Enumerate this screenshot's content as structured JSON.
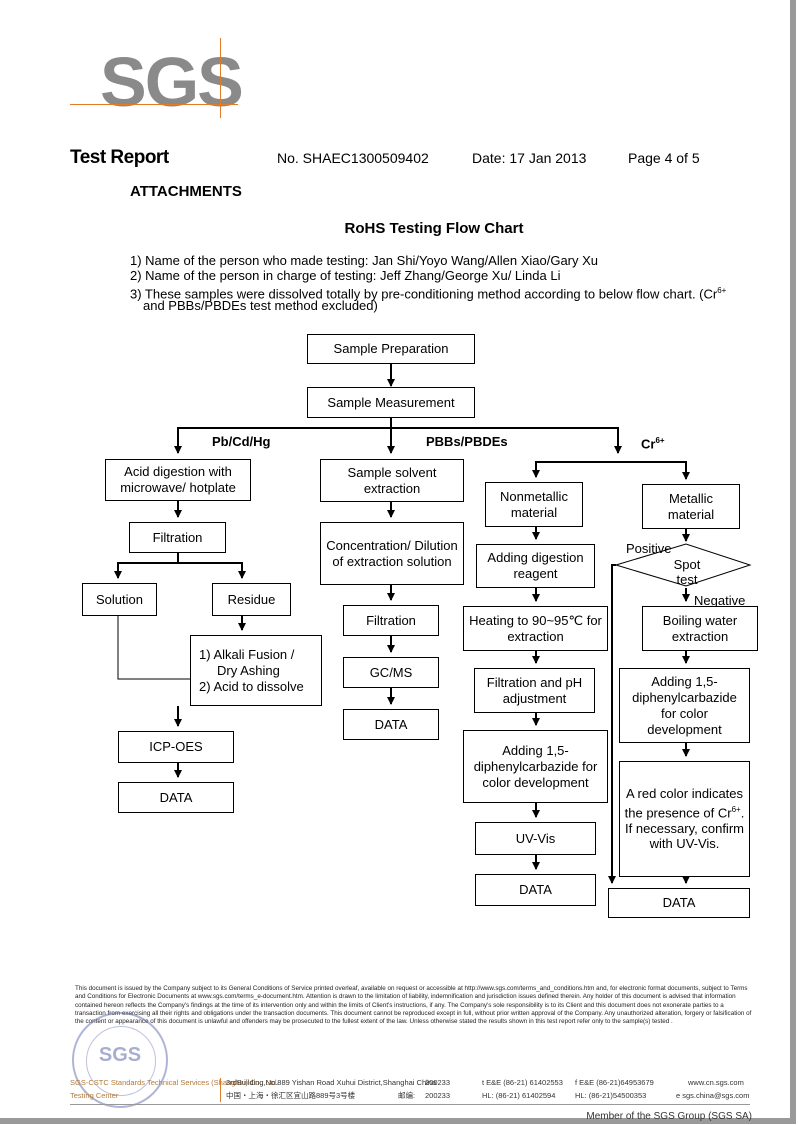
{
  "logo": {
    "text": "SGS"
  },
  "header": {
    "title": "Test Report",
    "report_no": "No. SHAEC1300509402",
    "date": "Date: 17 Jan 2013",
    "page": "Page 4 of 5"
  },
  "attachments": "ATTACHMENTS",
  "chart_title": "RoHS Testing Flow Chart",
  "notes": {
    "n1": "1) Name of the person who made testing: Jan Shi/Yoyo Wang/Allen Xiao/Gary Xu",
    "n2": "2) Name of the person in charge of testing: Jeff Zhang/George Xu/ Linda Li",
    "n3a": "3) These samples were dissolved totally by pre-conditioning method according to below flow chart. (Cr",
    "n3sup": "6+",
    "n3b": "and PBBs/PBDEs test method excluded)"
  },
  "flow": {
    "sample_prep": "Sample Preparation",
    "sample_meas": "Sample Measurement",
    "branch_pb": "Pb/Cd/Hg",
    "branch_pbb": "PBBs/PBDEs",
    "branch_cr": "Cr",
    "branch_cr_sup": "6+",
    "acid_digest": "Acid digestion with microwave/ hotplate",
    "filtration1": "Filtration",
    "solution": "Solution",
    "residue": "Residue",
    "alkali1": "1) Alkali Fusion /",
    "alkali2": "Dry Ashing",
    "alkali3": "2) Acid to dissolve",
    "icp": "ICP-OES",
    "data1": "DATA",
    "solvent": "Sample solvent extraction",
    "concentration": "Concentration/ Dilution of extraction solution",
    "filtration2": "Filtration",
    "gcms": "GC/MS",
    "data2": "DATA",
    "nonmetallic": "Nonmetallic material",
    "adding_digest": "Adding digestion reagent",
    "heating": "Heating to 90~95℃ for extraction",
    "filt_ph": "Filtration and pH adjustment",
    "adding_dpc1": "Adding 1,5-diphenylcarbazide for color development",
    "uvvis": "UV-Vis",
    "data3": "DATA",
    "metallic": "Metallic material",
    "positive": "Positive",
    "spot_test": "Spot test",
    "negative": "Negative",
    "boiling": "Boiling water extraction",
    "adding_dpc2": "Adding 1,5-diphenylcarbazide for color development",
    "red1": "A red color indicates the presence of Cr",
    "red_sup": "6+",
    "red2": ". If necessary, confirm with UV-Vis.",
    "data4": "DATA"
  },
  "disclaimer": "This document is issued by the Company subject to its General Conditions of Service printed overleaf, available on request or accessible at http://www.sgs.com/terms_and_conditions.htm and, for electronic format documents, subject to Terms and Conditions for Electronic Documents at www.sgs.com/terms_e-document.htm. Attention is drawn to the limitation of liability, indemnification and jurisdiction issues defined therein. Any holder of this document is advised that information contained hereon reflects the Company's findings at the time of its intervention only and within the limits of Client's instructions, if any. The Company's sole responsibility is to its Client and this document does not exonerate parties to a transaction from exercising all their rights and obligations under the transaction documents. This document cannot be reproduced except in full, without prior written approval of the Company. Any unauthorized alteration, forgery or falsification of the content or appearance of this document is unlawful and offenders may be prosecuted to the fullest extent of the law. Unless otherwise stated the results shown in this test report refer only to the sample(s) tested .",
  "footer": {
    "left1": "SGS-CSTC Standards Technical Services (Shanghai) Co., Ltd.",
    "left2": "Testing Center",
    "addr_en": "3rdBuilding,No.889 Yishan Road Xuhui District,Shanghai China",
    "zip1": "200233",
    "addr_cn": "中国・上海・徐汇区宜山路889号3号楼",
    "zip_label": "邮编:",
    "zip2": "200233",
    "tel1": "t E&E (86-21) 61402553",
    "fax1": "f E&E (86-21)64953679",
    "web": "www.cn.sgs.com",
    "tel2": "HL: (86-21) 61402594",
    "fax2": "HL: (86-21)54500353",
    "email": "e sgs.china@sgs.com",
    "member": "Member of the SGS Group (SGS SA)",
    "stamp": "SGS"
  }
}
